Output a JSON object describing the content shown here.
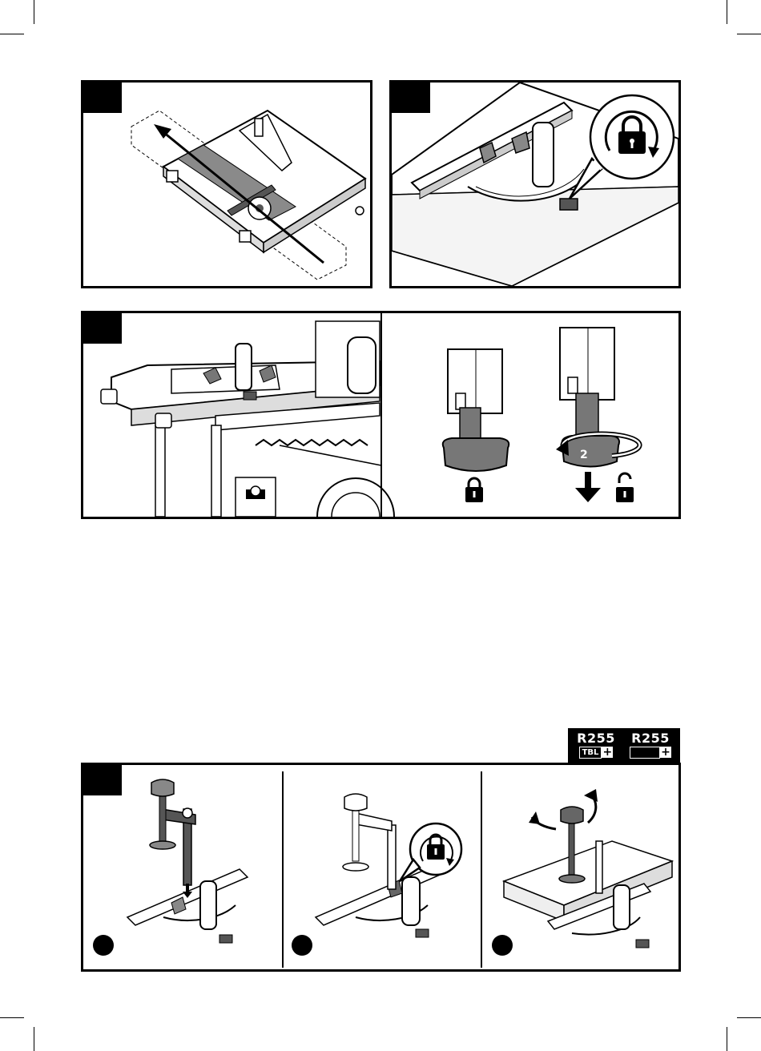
{
  "badge": {
    "items": [
      {
        "model": "R255",
        "tag": "TBL",
        "plus": "+"
      },
      {
        "model": "R255",
        "tag": "",
        "plus": "+"
      }
    ]
  },
  "callout": {
    "rotation_step": "2"
  },
  "icons": {
    "locked": "padlock-closed-icon",
    "unlocked": "padlock-open-icon",
    "rotate": "rotate-clockwise-icon",
    "arrow": "arrow-icon"
  }
}
